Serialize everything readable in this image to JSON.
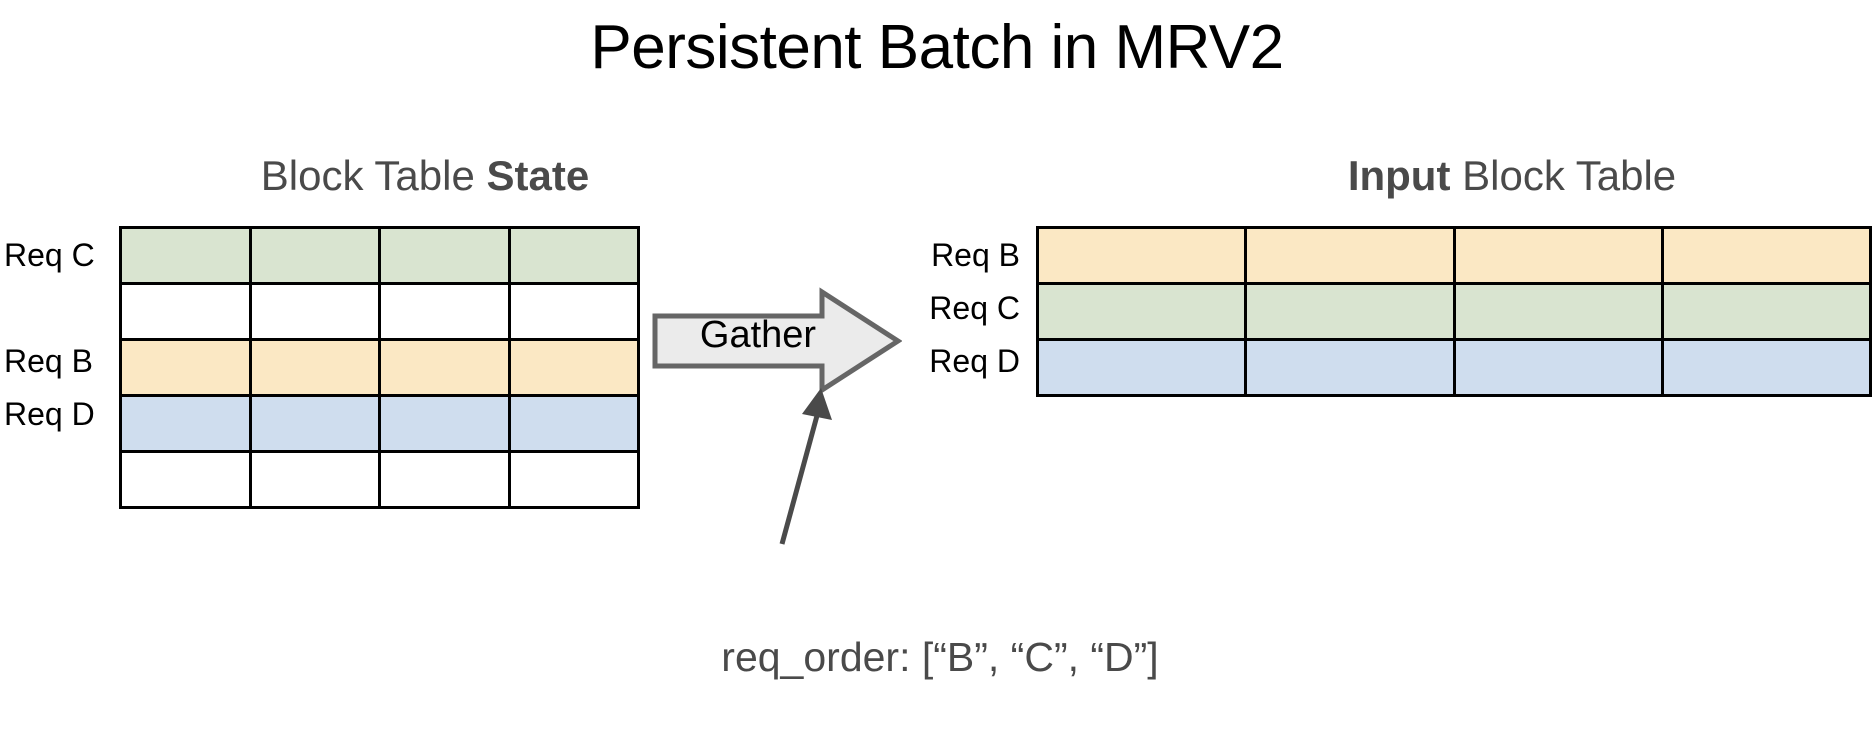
{
  "title": "Persistent Batch in MRV2",
  "colors": {
    "accent_red": "#ee3b24",
    "heading_gray": "#4a4a4a",
    "cell_green": "#d9e4d0",
    "cell_yellow": "#fbe8c4",
    "cell_blue": "#cfddee",
    "cell_empty": "#ffffff",
    "grid_line": "#000000",
    "arrow_fill": "#ebebeb",
    "arrow_stroke": "#666666"
  },
  "left_panel": {
    "heading_prefix": "Block Table ",
    "heading_accent": "State",
    "columns": 4,
    "rows": [
      {
        "label": "Req C",
        "fill": "#d9e4d0",
        "occupied": true
      },
      {
        "label": "",
        "fill": "#ffffff",
        "occupied": false
      },
      {
        "label": "Req B",
        "fill": "#fbe8c4",
        "occupied": true
      },
      {
        "label": "Req D",
        "fill": "#cfddee",
        "occupied": true
      },
      {
        "label": "",
        "fill": "#ffffff",
        "occupied": false
      }
    ]
  },
  "right_panel": {
    "heading_accent": "Input",
    "heading_suffix": " Block Table",
    "columns": 4,
    "rows": [
      {
        "label": "Req B",
        "fill": "#fbe8c4",
        "occupied": true
      },
      {
        "label": "Req C",
        "fill": "#d9e4d0",
        "occupied": true
      },
      {
        "label": "Req D",
        "fill": "#cfddee",
        "occupied": true
      }
    ]
  },
  "arrow": {
    "label": "Gather",
    "direction": "right"
  },
  "callout": {
    "text": "req_order: [“B”, “C”, “D”]"
  }
}
